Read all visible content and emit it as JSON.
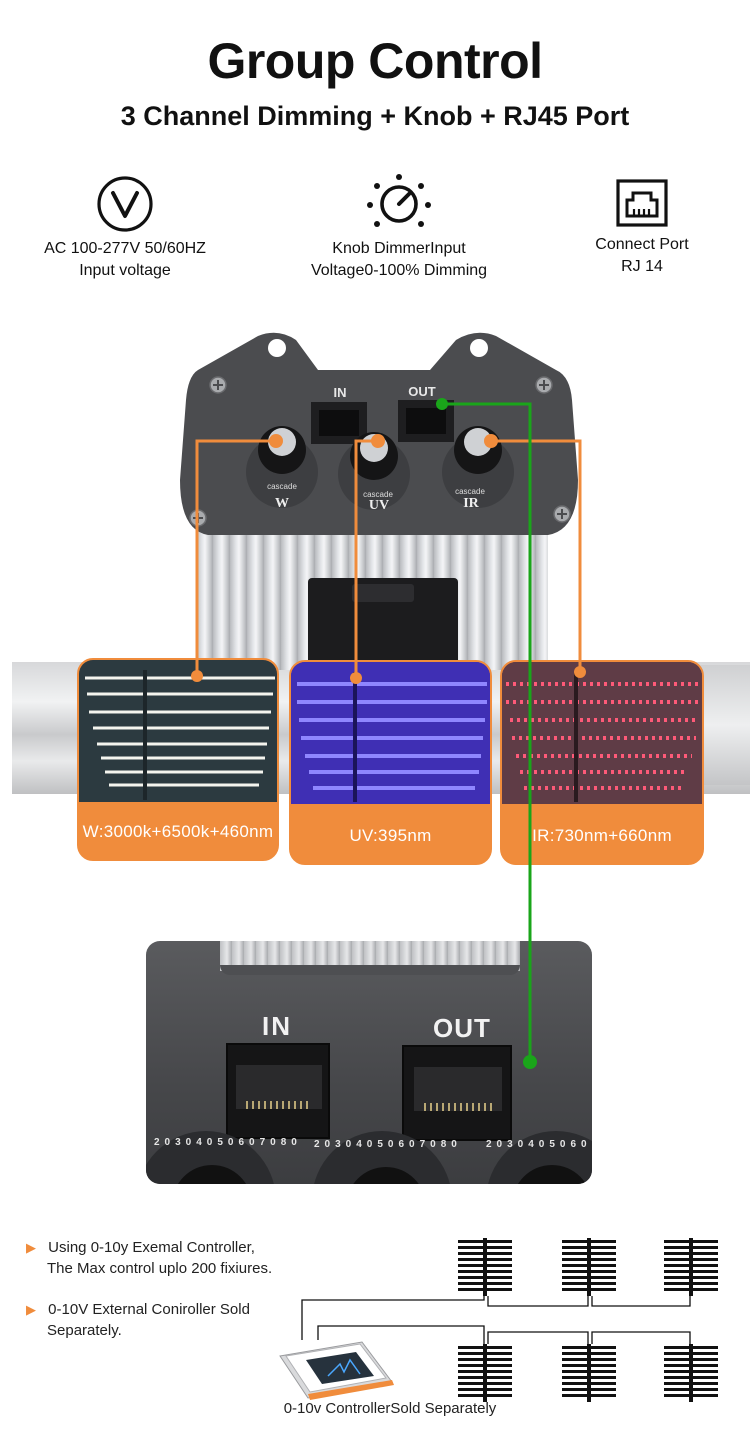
{
  "header": {
    "title": "Group Control",
    "subtitle": "3 Channel Dimming + Knob + RJ45 Port"
  },
  "features": [
    {
      "icon": "voltage-icon",
      "line1": "AC 100-277V 50/60HZ",
      "line2": "Input voltage"
    },
    {
      "icon": "knob-dimmer-icon",
      "line1": "Knob DimmerInput",
      "line2": "Voltage0-100% Dimming"
    },
    {
      "icon": "rj-port-icon",
      "line1": "Connect Port",
      "line2": "RJ 14"
    }
  ],
  "device": {
    "port_in": "IN",
    "port_out": "OUT",
    "knob_caption": "cascade",
    "knobs": [
      "W",
      "UV",
      "IR"
    ],
    "dial_numbers": [
      "20",
      "30",
      "40",
      "50",
      "60",
      "70",
      "80"
    ]
  },
  "channels": [
    {
      "label": "W:3000k+6500k+460nm",
      "color": "#f08c3c"
    },
    {
      "label": "UV:395nm",
      "color": "#f08c3c"
    },
    {
      "label": "IR:730nm+660nm",
      "color": "#f08c3c"
    }
  ],
  "closeup": {
    "port_in": "IN",
    "port_out": "OUT"
  },
  "notes": [
    {
      "line1": "Using 0-10y Exemal Controller,",
      "line2": "The Max control uplo 200 fixiures."
    },
    {
      "line1": "0-10V External Coniroller Sold",
      "line2": "Separately."
    }
  ],
  "controller_caption": "0-10v ControllerSold Separately",
  "colors": {
    "accent_orange": "#f08c3c",
    "link_green": "#1aa51a",
    "device_gray": "#4a4b4e"
  }
}
